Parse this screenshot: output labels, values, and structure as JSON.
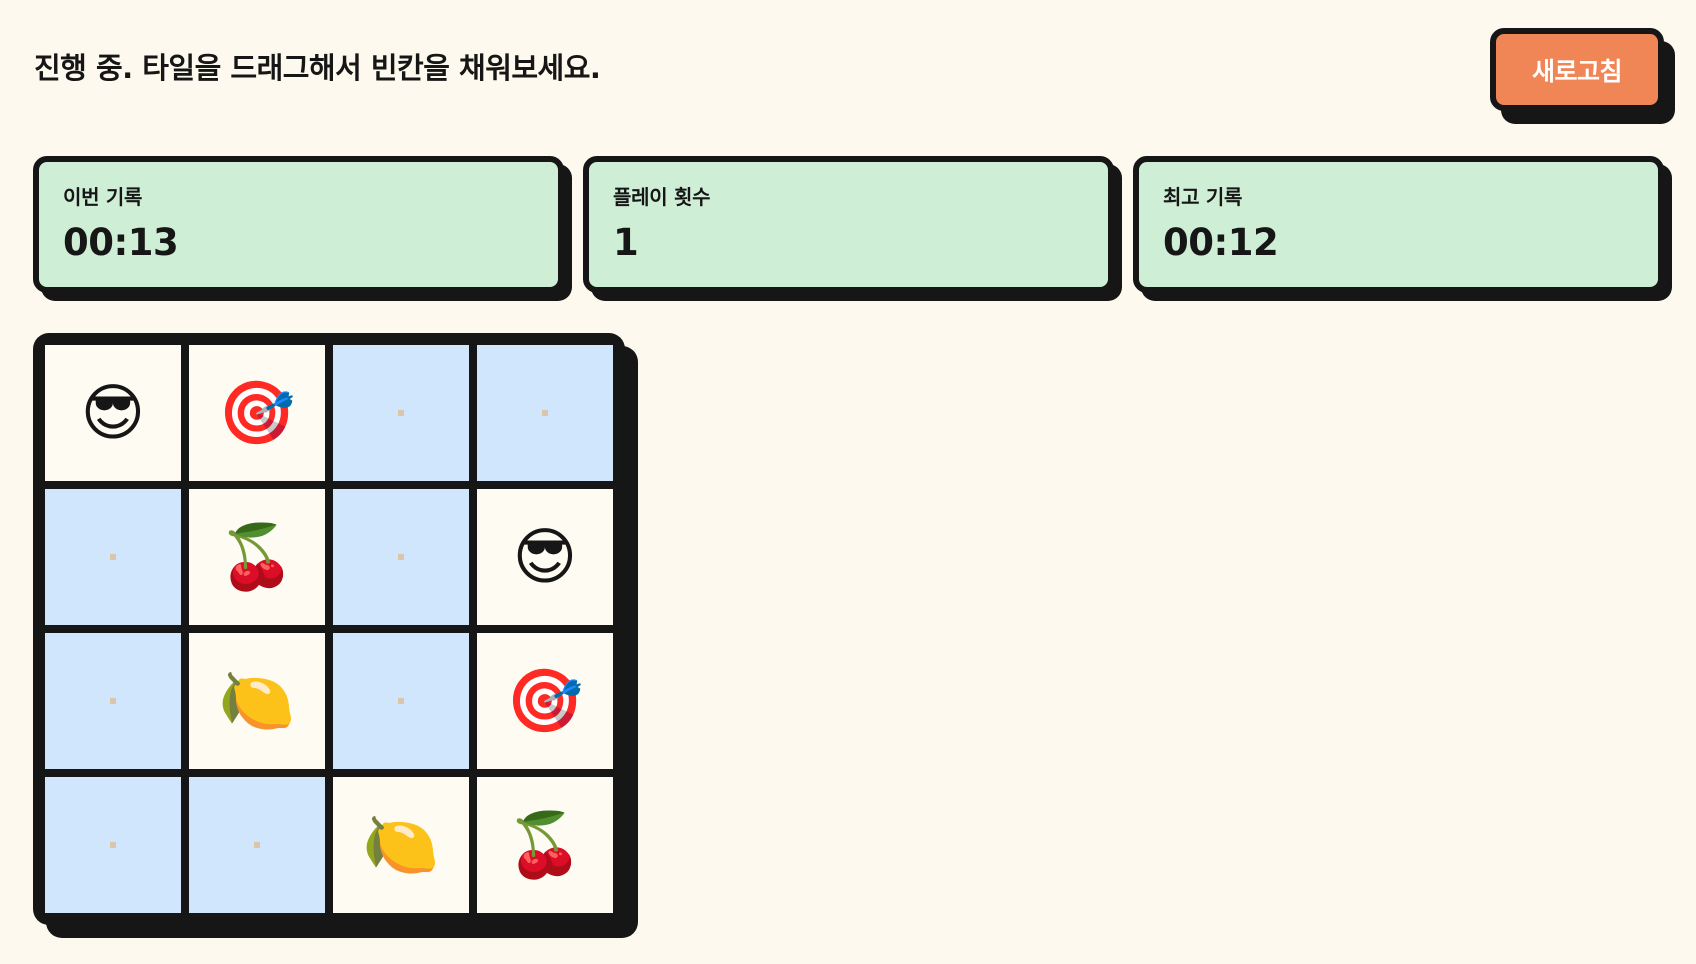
{
  "header": {
    "status": "진행 중. 타일을 드래그해서 빈칸을 채워보세요.",
    "refresh_label": "새로고침"
  },
  "stats": [
    {
      "label": "이번 기록",
      "value": "00:13"
    },
    {
      "label": "플레이 횟수",
      "value": "1"
    },
    {
      "label": "최고 기록",
      "value": "00:12"
    }
  ],
  "board": {
    "rows": 4,
    "cols": 4,
    "cells": [
      {
        "state": "filled",
        "emoji": "😎",
        "icon": "sunglasses-face-icon"
      },
      {
        "state": "filled",
        "emoji": "🎯",
        "icon": "dart-target-icon"
      },
      {
        "state": "empty",
        "emoji": "",
        "icon": "empty-slot-dot-icon"
      },
      {
        "state": "empty",
        "emoji": "",
        "icon": "empty-slot-dot-icon"
      },
      {
        "state": "empty",
        "emoji": "",
        "icon": "empty-slot-dot-icon"
      },
      {
        "state": "filled",
        "emoji": "🍒",
        "icon": "cherries-icon"
      },
      {
        "state": "empty",
        "emoji": "",
        "icon": "empty-slot-dot-icon"
      },
      {
        "state": "filled",
        "emoji": "😎",
        "icon": "sunglasses-face-icon"
      },
      {
        "state": "empty",
        "emoji": "",
        "icon": "empty-slot-dot-icon"
      },
      {
        "state": "filled",
        "emoji": "🍋",
        "icon": "lemon-icon"
      },
      {
        "state": "empty",
        "emoji": "",
        "icon": "empty-slot-dot-icon"
      },
      {
        "state": "filled",
        "emoji": "🎯",
        "icon": "dart-target-icon"
      },
      {
        "state": "empty",
        "emoji": "",
        "icon": "empty-slot-dot-icon"
      },
      {
        "state": "empty",
        "emoji": "",
        "icon": "empty-slot-dot-icon"
      },
      {
        "state": "filled",
        "emoji": "🍋",
        "icon": "lemon-icon"
      },
      {
        "state": "filled",
        "emoji": "🍒",
        "icon": "cherries-icon"
      }
    ]
  },
  "colors": {
    "background": "#fdf9ef",
    "ink": "#161616",
    "accent_button": "#f08555",
    "stat_card": "#cfeed6",
    "empty_cell": "#d0e6fd",
    "filled_cell": "#fefbf2",
    "empty_dot": "#dcc6ab"
  }
}
